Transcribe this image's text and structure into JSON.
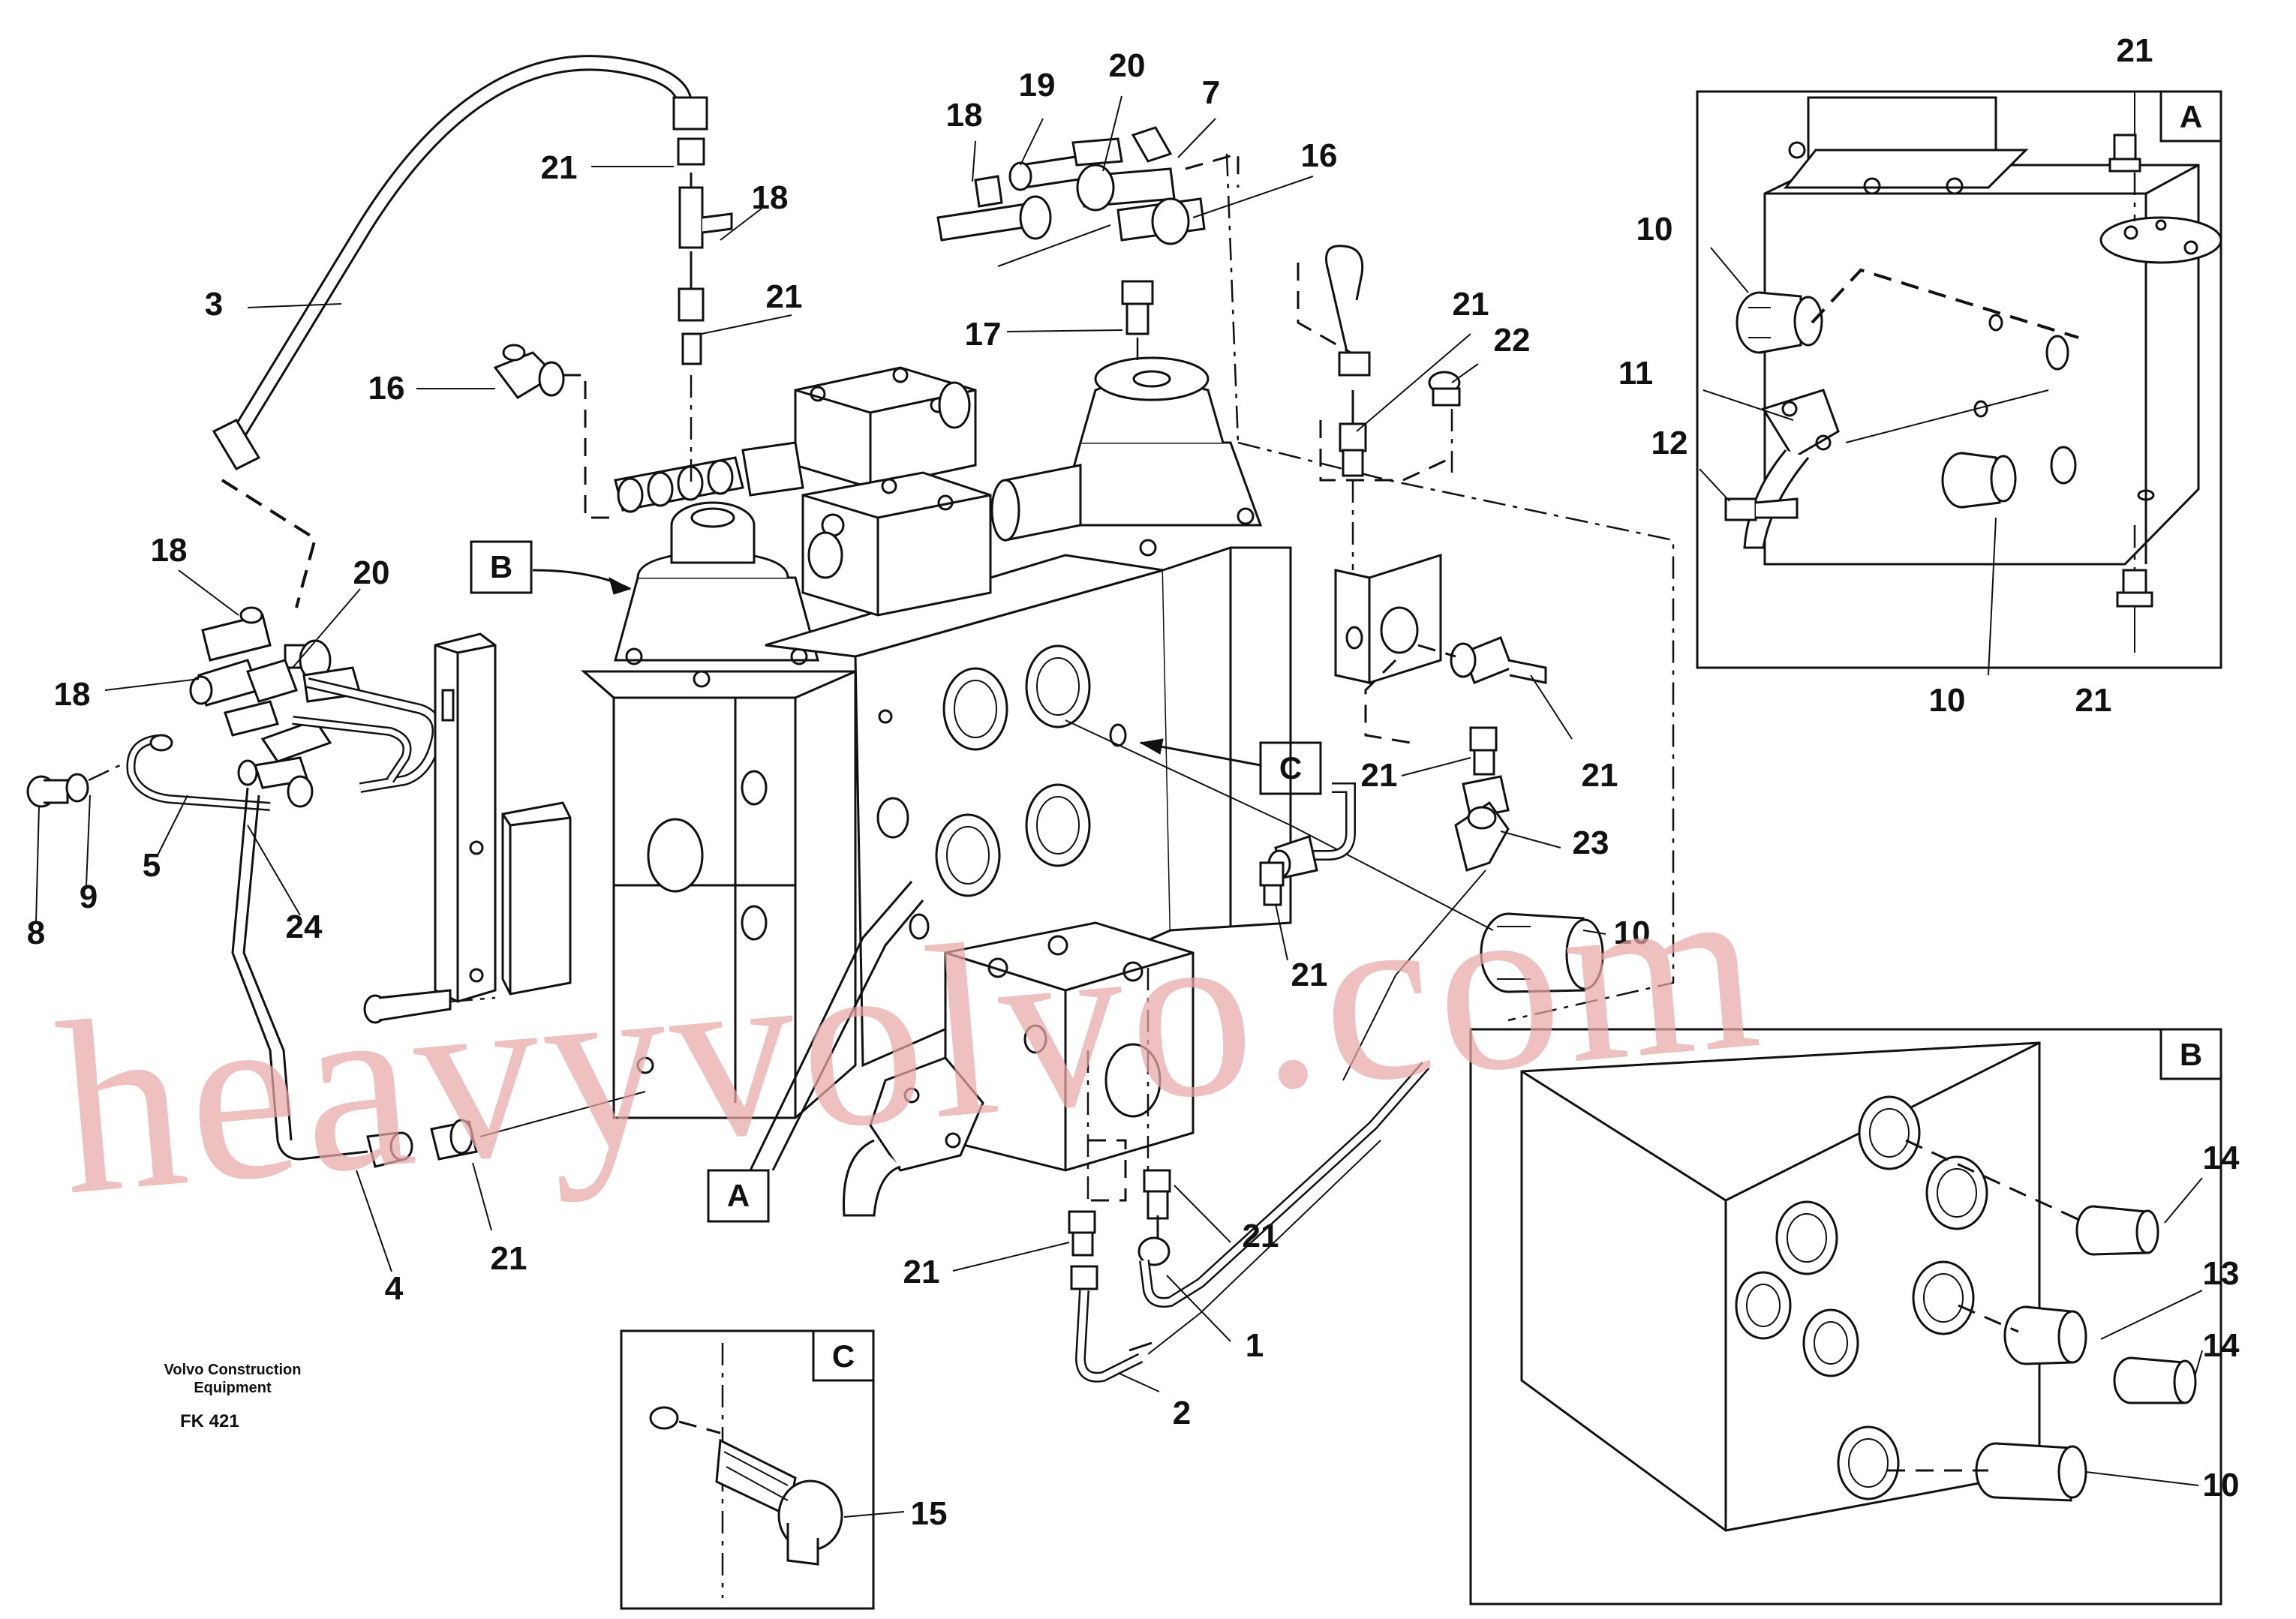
{
  "diagram": {
    "caption": {
      "line1": "Volvo Construction",
      "line2": "Equipment",
      "code": "FK 421"
    },
    "watermark": "heavyvolvo.com",
    "detail_views": [
      {
        "id": "A",
        "label": "A"
      },
      {
        "id": "B",
        "label": "B"
      },
      {
        "id": "C",
        "label": "C"
      }
    ],
    "callouts": [
      "1",
      "2",
      "3",
      "4",
      "5",
      "7",
      "8",
      "9",
      "10",
      "11",
      "12",
      "13",
      "14",
      "15",
      "16",
      "17",
      "18",
      "19",
      "20",
      "21",
      "22",
      "23",
      "24"
    ],
    "view_refs": {
      "A": "A",
      "B": "B",
      "C": "C"
    }
  }
}
